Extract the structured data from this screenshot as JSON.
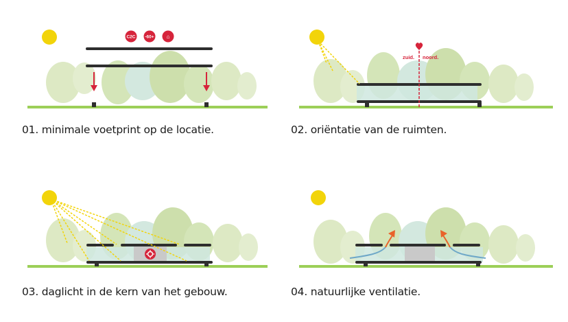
{
  "panels": [
    {
      "caption": "01. minimale voetprint op de locatie.",
      "badges": [
        "C2C",
        "-60+",
        "⌂"
      ]
    },
    {
      "caption": "02. oriëntatie van de ruimten.",
      "labels": {
        "south": "zuid.",
        "north": "noord."
      }
    },
    {
      "caption": "03. daglicht in de kern van het gebouw."
    },
    {
      "caption": "04. natuurlijke ventilatie."
    }
  ],
  "colors": {
    "sun": "#f2d40a",
    "accent_red": "#d6243b",
    "tree_light": "#dde9c4",
    "tree_mid": "#cddfac",
    "building_glass": "#cfe7df",
    "roof": "#2e2e2e",
    "ground": "#9ccf58",
    "air_blue": "#6fa8c8",
    "air_orange": "#e9622a"
  }
}
